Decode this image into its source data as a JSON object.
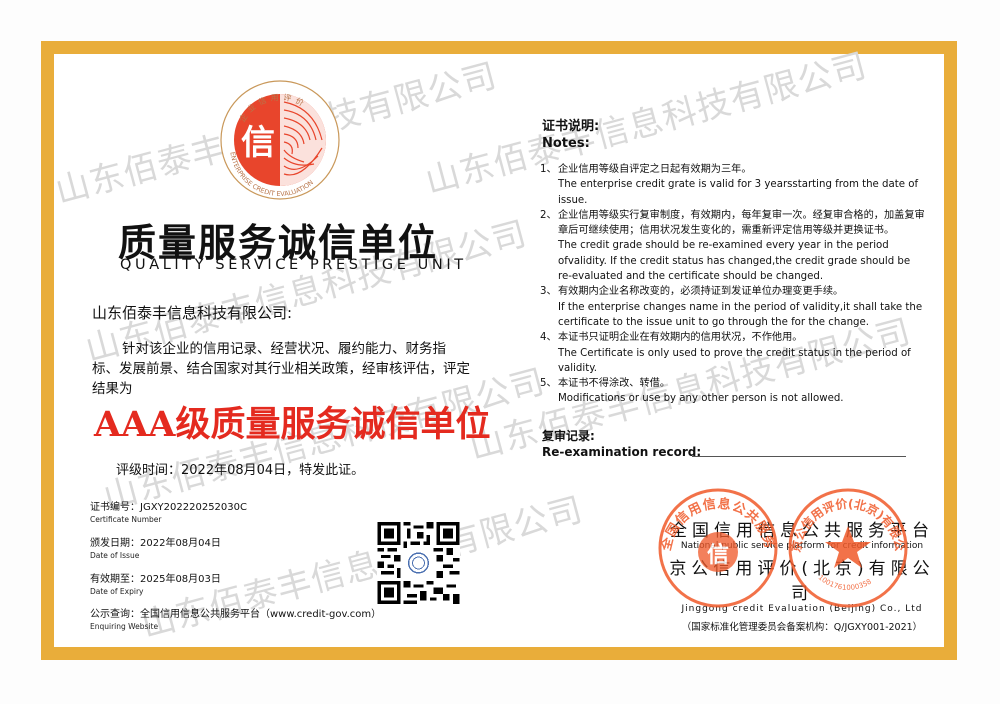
{
  "certificate": {
    "frame_color": "#e9ad3a",
    "accent_red": "#e42a1f",
    "logo": {
      "top_arc_text": "企业信用评价",
      "bottom_arc_text": "ENTERPRISE CREDIT EVALUATION",
      "center_glyph": "信"
    },
    "title_cn": "质量服务诚信单位",
    "title_en": "QUALITY SERVICE PRESTIGE UNIT",
    "company": "山东佰泰丰信息科技有限公司:",
    "paragraph": "针对该企业的信用记录、经营状况、履约能力、财务指标、发展前景、结合国家对其行业相关政策，经审核评估，评定结果为",
    "grade": "AAA级质量服务诚信单位",
    "rating_date": "评级时间：2022年08月04日，特发此证。",
    "fields": [
      {
        "label_cn": "证书编号：",
        "value": "JGXY202220252030C",
        "label_en": "Certificate Number"
      },
      {
        "label_cn": "颁发日期：",
        "value": "2022年08月04日",
        "label_en": "Date of Issue"
      },
      {
        "label_cn": "有效期至：",
        "value": "2025年08月03日",
        "label_en": "Date of Expiry"
      },
      {
        "label_cn": "公示查询：",
        "value": "全国信用信息公共服务平台（www.credit-gov.com）",
        "label_en": "Enquiring Website"
      }
    ],
    "notes_heading_cn": "证书说明:",
    "notes_heading_en": "Notes:",
    "notes": [
      {
        "num": "1、",
        "cn": "企业信用等级自评定之日起有效期为三年。",
        "en": "The enterprise credit grate is valid for 3 yearsstarting from the date of issue."
      },
      {
        "num": "2、",
        "cn": "企业信用等级实行复审制度，有效期内，每年复审一次。经复审合格的，加盖复审章后可继续使用；信用状况发生变化的，需重新评定信用等级并更换证书。",
        "en": "The credit grade should be re-examined every year in the period ofvalidity. If the credit status has changed,the credit grade should be re-evaluated and the certificate should be changed."
      },
      {
        "num": "3、",
        "cn": "有效期内企业名称改变的，必须持证到发证单位办理变更手续。",
        "en": "If the enterprise changes name in the period of validity,it shall take the certificate to the issue unit to go through the for the change."
      },
      {
        "num": "4、",
        "cn": "本证书只证明企业在有效期内的信用状况，不作他用。",
        "en": "The Certificate is only used to prove the credit status in the period of validity."
      },
      {
        "num": "5、",
        "cn": "本证书不得涂改、转借。",
        "en": "Modifications or use by any other person is not allowed."
      }
    ],
    "reexam_cn": "复审记录:",
    "reexam_en": "Re-examination record:",
    "issuer": {
      "name1_cn": "全国信用信息公共服务平台",
      "name1_en": "National public service platform for credit information",
      "name2_cn": "京公信用评价(北京)有限公司",
      "name2_en": "Jinggong credit Evaluation (Beijing) Co., Ltd",
      "standard": "（国家标准化管理委员会备案机构：Q/JGXY001-2021）"
    },
    "stamps": [
      {
        "arc_text": "全国信用信息公共服务平台",
        "center_glyph": "信"
      },
      {
        "arc_text": "京公信用评价(北京)有限公司",
        "bottom_code": "1001761000358",
        "center_glyph": "★"
      }
    ],
    "watermark_text": "山东佰泰丰信息科技有限公司"
  }
}
